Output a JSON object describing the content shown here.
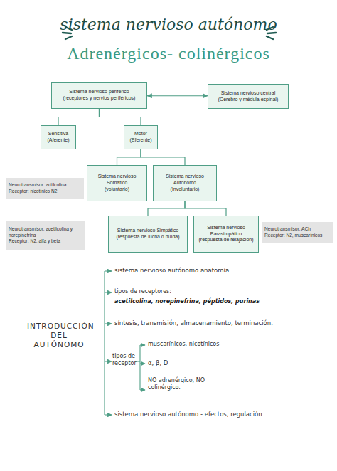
{
  "diagram": {
    "title": "sistema nervioso autónomo",
    "nodes": [
      {
        "text": [
          "Sistema nervioso periférico",
          "(receptores y nervios periféricos)"
        ]
      },
      {
        "text": [
          "Sistema nervioso central",
          "(Cerebro y médula espinal)"
        ]
      },
      {
        "text": [
          "Sensitiva",
          "(Aferente)"
        ]
      },
      {
        "text": [
          "Motor",
          "(Eferente)"
        ]
      },
      {
        "text": [
          "Neurotransmisor: actilcolina",
          "Receptor: nicotínico N2"
        ]
      },
      {
        "text": [
          "Sistema nervioso Somático",
          "(voluntario)"
        ]
      },
      {
        "text": [
          "Sistema nervioso Autónomo",
          "(Involuntario)"
        ]
      },
      {
        "text": [
          "Neurotransmisor: acetilcolina y norepinefrina",
          "Receptor: N2, alfa y beta"
        ]
      },
      {
        "text": [
          "Sistema nervioso Simpático",
          "(respuesta de lucha o huída)"
        ]
      },
      {
        "text": [
          "Sistema nervioso Parasimpático",
          "(respuesta de relajación)"
        ]
      },
      {
        "text": [
          "Neurotransmisor: ACh",
          "Receptor: N2, muscarínicos"
        ]
      }
    ],
    "edges": [
      {
        "from": 0,
        "to": 1,
        "arrow": "both"
      },
      {
        "from": 0,
        "to": 2,
        "arrow": "none"
      },
      {
        "from": 0,
        "to": 3,
        "arrow": "none"
      },
      {
        "from": 3,
        "to": 5,
        "arrow": "none"
      },
      {
        "from": 3,
        "to": 6,
        "arrow": "none"
      },
      {
        "from": 6,
        "to": 8,
        "arrow": "none"
      },
      {
        "from": 6,
        "to": 9,
        "arrow": "none"
      }
    ],
    "labels": [
      "Adrenérgicos- colinérgicos",
      "INTRODUCCIÓN DEL AUTÓNOMO",
      "sistema nervioso autónomo anatomía",
      "tipos de receptores:",
      "acetilcolina, norepinefrina, péptidos, purinas",
      "síntesis, transmisión, almacenamiento, terminación.",
      "tipos de receptor",
      "muscarínicos, nicotínicos",
      "α, β, D",
      "NO adrenérgico, NO colinérgico.",
      "sistema nervioso autónomo - efectos, regulación"
    ]
  }
}
